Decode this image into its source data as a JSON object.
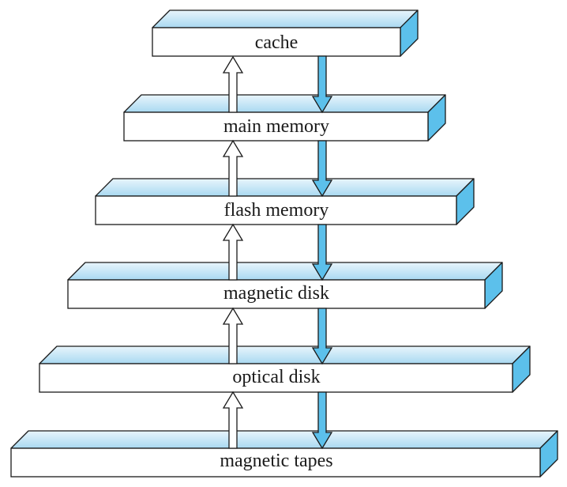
{
  "colors": {
    "top_face_light": "#e8f5fc",
    "top_face_dark": "#a9d9f1",
    "side_face": "#5cc0eb",
    "front_face": "#ffffff",
    "outline": "#1a1a1a",
    "down_arrow_fill": "#5cc0eb",
    "up_arrow_fill": "#ffffff"
  },
  "diagram": {
    "layers": [
      {
        "label": "cache"
      },
      {
        "label": "main memory"
      },
      {
        "label": "flash memory"
      },
      {
        "label": "magnetic disk"
      },
      {
        "label": "optical disk"
      },
      {
        "label": "magnetic tapes"
      }
    ]
  }
}
